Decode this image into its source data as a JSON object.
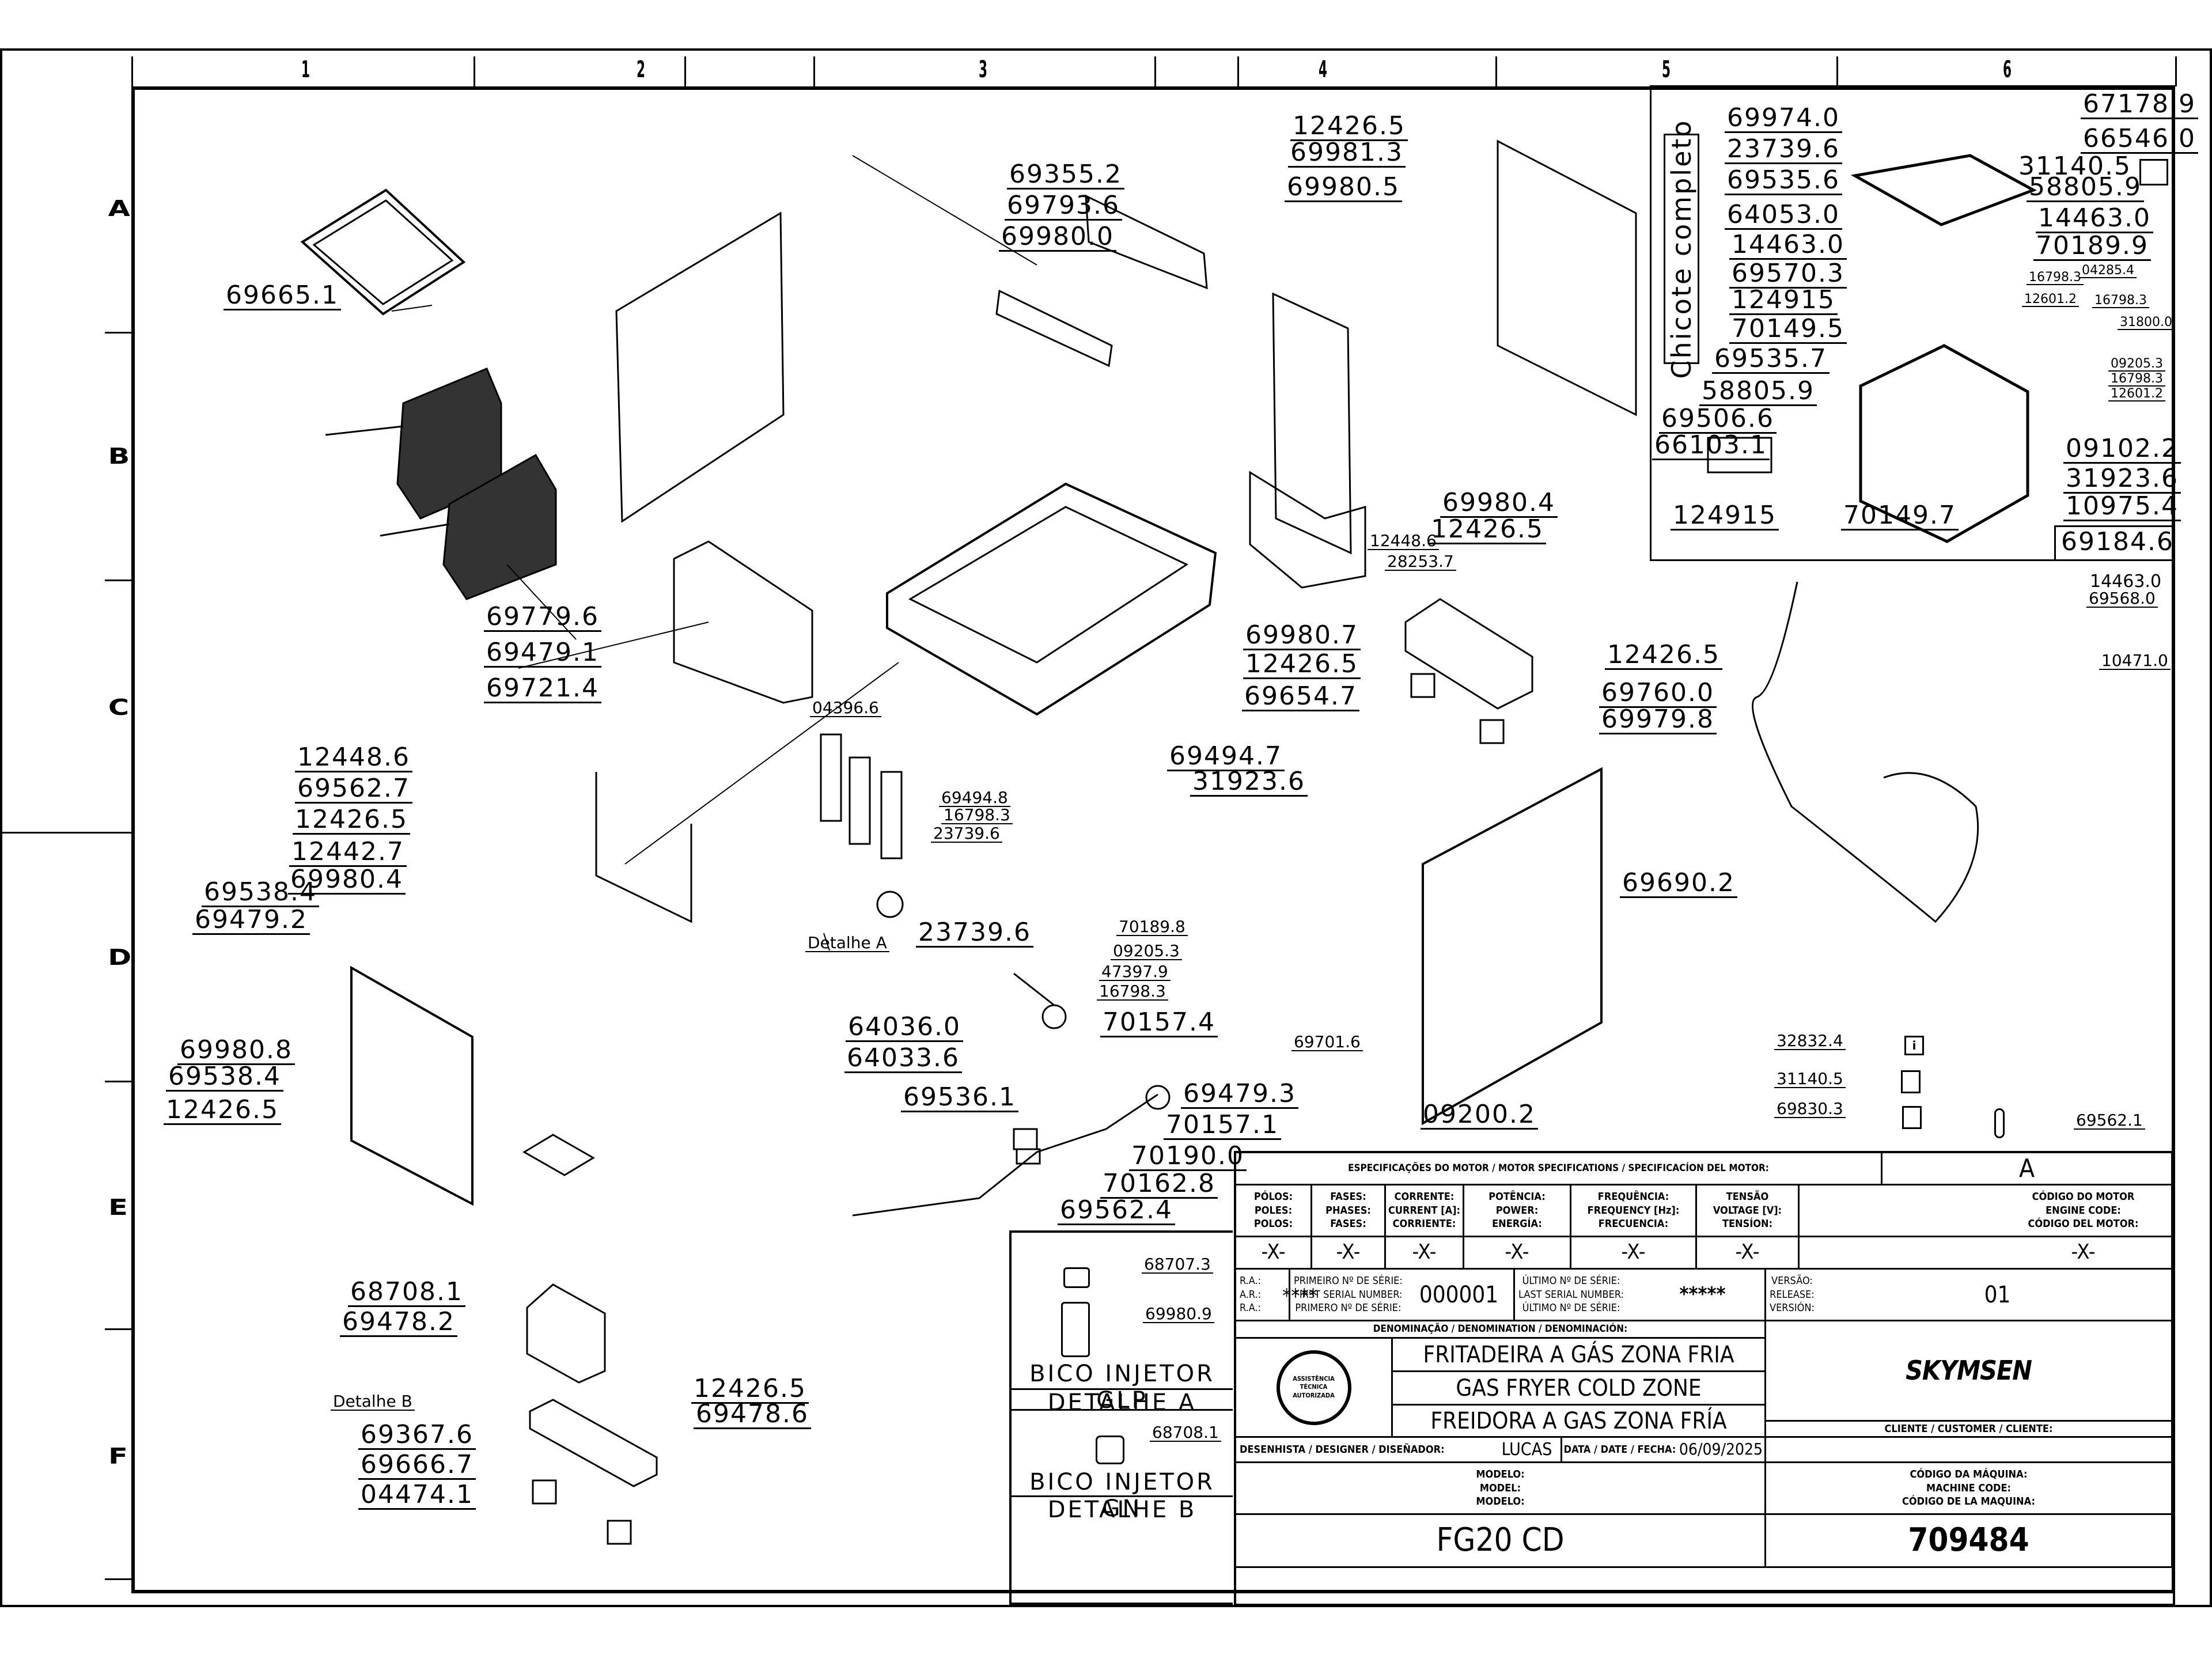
{
  "sheet": {
    "columns": [
      "1",
      "2",
      "3",
      "4",
      "5",
      "6"
    ],
    "rows": [
      "A",
      "B",
      "C",
      "D",
      "E",
      "F"
    ]
  },
  "callouts": {
    "left": {
      "grill": "69665.1",
      "basket_1": "69779.6",
      "basket_2": "69479.1",
      "panel_c": "69721.4",
      "hinge_bolt_top": "12448.6",
      "hinge_top": "69562.7",
      "screw_1": "12426.5",
      "screw_2": "12442.7",
      "bracket": "69980.4",
      "door_bolt": "69538.4",
      "door": "69479.2",
      "hinge_plate": "69980.8",
      "hinge_bolt_bottom": "69538.4",
      "hinge_screw_bottom": "12426.5",
      "detb_inj": "68708.1",
      "detb_part": "69478.2",
      "detb_label": "Detalhe B",
      "base_screw": "12426.5",
      "base_side": "69478.6",
      "base": "69367.6",
      "foot": "69666.7",
      "foot_screw": "04474.1"
    },
    "center": {
      "lid": "69355.2",
      "rail": "69793.6",
      "side_panel": "69980.0",
      "screw_bnr": "04396.6",
      "tube": "69494.8",
      "tube_screw": "16798.3",
      "tube_nut": "23739.6",
      "deta_nut": "23739.6",
      "deta_label": "Detalhe A",
      "bracket": "69494.7",
      "bracket_nut": "31923.6",
      "valve_1": "70189.8",
      "valve_2": "09205.3",
      "valve_3": "47397.9",
      "valve_4": "16798.3",
      "valve_5": "70157.4",
      "ball_valve": "64036.0",
      "handle": "64033.6",
      "knob": "69479.3",
      "connector_1": "69536.1",
      "connector_2": "70157.1",
      "solenoid": "70190.0",
      "fitting": "70162.8",
      "pipe": "69562.4"
    },
    "right": {
      "screw_top": "12426.5",
      "back_panel": "69981.3",
      "chimney": "69980.5",
      "rail_right": "69980.4",
      "screw_right": "12426.5",
      "bolt_right": "12448.6",
      "nut_right": "28253.7",
      "frame_base": "69980.7",
      "frame_screw": "12426.5",
      "frame_feet": "69654.7",
      "bracket_screw": "12426.5",
      "bracket_plate": "69760.0",
      "side_panel_r": "69979.8",
      "panel_screw": "69701.6",
      "panel_nut": "09200.2",
      "harness": "69690.2"
    },
    "electric_box": {
      "title": "Chicote  completo",
      "items_left": [
        "69974.0",
        "23739.6",
        "69535.6",
        "64053.0",
        "14463.0",
        "69570.3",
        "124915",
        "70149.5",
        "69535.7",
        "58805.9",
        "69506.6",
        "66103.1",
        "124915",
        "70149.7"
      ],
      "items_right": [
        "67178.9",
        "66546.0",
        "31140.5",
        "58805.9",
        "14463.0",
        "70189.9",
        "09102.2",
        "31923.6",
        "10975.4"
      ],
      "items_small": [
        "16798.3",
        "04285.4",
        "12601.2",
        "16798.3",
        "31800.0",
        "09205.3",
        "16798.3",
        "12601.2"
      ],
      "box_code": "69184.6"
    },
    "clip": [
      "14463.0",
      "69568.0",
      "10471.0"
    ],
    "labels_misc": [
      "32832.4",
      "31140.5",
      "69830.3"
    ],
    "spacer": "69562.1"
  },
  "detail_panel": {
    "a_parts": [
      "68707.3",
      "69980.9"
    ],
    "a_title": "BICO  INJETOR  GLP",
    "a_caption": "DETALHE  A",
    "b_parts": [
      "68708.1"
    ],
    "b_title": "BICO  INJETOR  GN",
    "b_caption": "DETALHE  B"
  },
  "title_block": {
    "motor_spec_header": "ESPECIFICAÇÕES DO MOTOR / MOTOR SPECIFICATIONS / SPECIFICACÍON DEL MOTOR:",
    "revision_letter": "A",
    "spec_columns": [
      {
        "label": "PÓLOS:\nPOLES:\nPOLOS:",
        "value": "-X-"
      },
      {
        "label": "FASES:\nPHASES:\nFASES:",
        "value": "-X-"
      },
      {
        "label": "CORRENTE:\nCURRENT [A]:\nCORRIENTE:",
        "value": "-X-"
      },
      {
        "label": "POTÊNCIA:\nPOWER:\nENERGÍA:",
        "value": "-X-"
      },
      {
        "label": "FREQUÊNCIA:\nFREQUENCY [Hz]:\nFRECUENCIA:",
        "value": "-X-"
      },
      {
        "label": "TENSÃO\nVOLTAGE [V]:\nTENSÍON:",
        "value": "-X-"
      }
    ],
    "motor_code_label": "CÓDIGO DO MOTOR\nENGINE CODE:\nCÓDIGO DEL MOTOR:",
    "motor_code_value": "-X-",
    "ra_label": "R.A.:\nA.R.:\nR.A.:",
    "ra_value": "****",
    "first_serial_label": "PRIMEIRO Nº DE SÉRIE:\nFIRST SERIAL NUMBER:\nPRIMERO Nº DE SÉRIE:",
    "first_serial_value": "000001",
    "last_serial_label": "ÚLTIMO Nº DE SÉRIE:\nLAST SERIAL NUMBER:\nÚLTIMO Nº DE SÉRIE:",
    "last_serial_value": "*****",
    "version_label": "VERSÃO:\nRELEASE:\nVERSIÓN:",
    "version_value": "01",
    "denomination_header": "DENOMINAÇÃO / DENOMINATION / DENOMINACIÓN:",
    "name_pt": "FRITADEIRA A GÁS ZONA FRIA",
    "name_en": "GAS FRYER COLD ZONE",
    "name_es": "FREIDORA A GAS ZONA FRÍA",
    "stamp_text": "ASSISTÊNCIA TÉCNICA AUTORIZADA",
    "brand": "SKYMSEN",
    "customer_label": "CLIENTE / CUSTOMER / CLIENTE:",
    "designer_label": "DESENHISTA / DESIGNER / DISEÑADOR:",
    "designer_value": "LUCAS",
    "date_label": "DATA / DATE / FECHA:",
    "date_value": "06/09/2025",
    "model_label": "MODELO:\nMODEL:\nMODELO:",
    "model_value": "FG20 CD",
    "machine_code_label": "CÓDIGO DA MÁQUINA:\nMACHINE CODE:\nCÓDIGO DE LA MAQUINA:",
    "machine_code_value": "709484"
  }
}
